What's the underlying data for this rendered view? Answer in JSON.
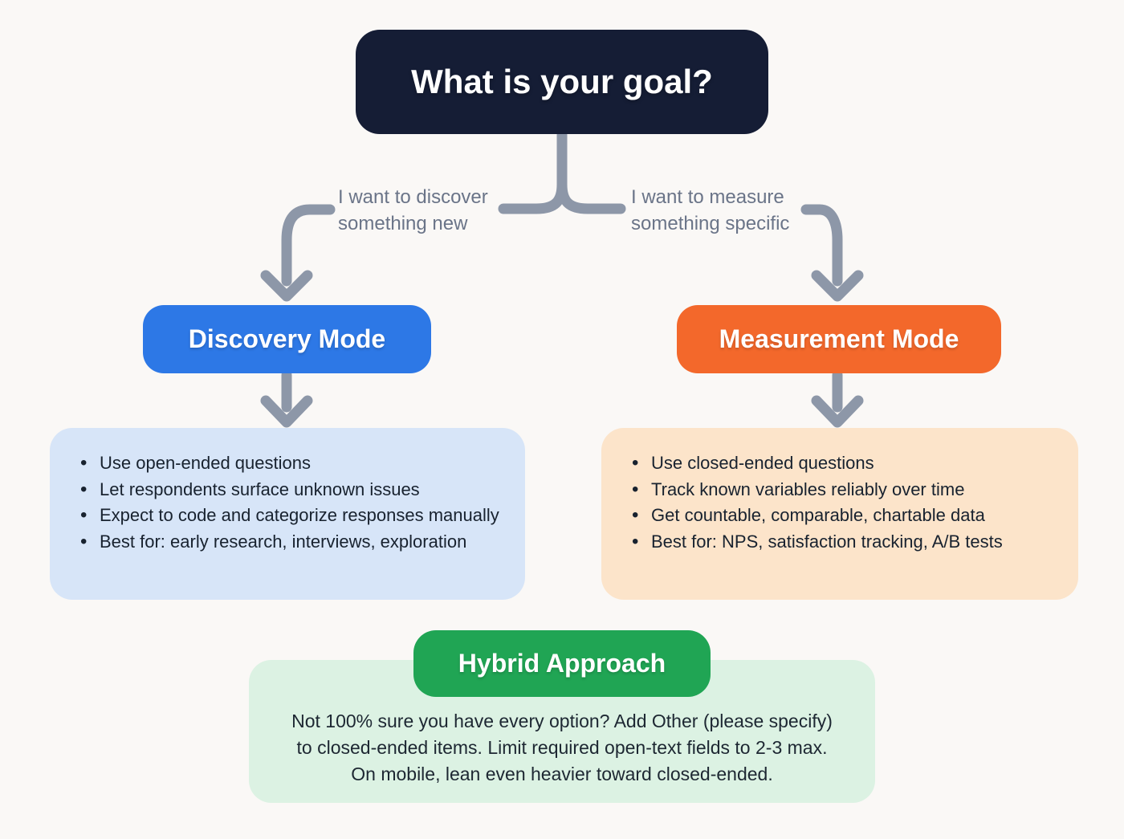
{
  "root_question": {
    "label": "What is your goal?"
  },
  "branches": [
    {
      "condition_lines": [
        "I want to discover",
        "something new"
      ],
      "mode_label": "Discovery Mode",
      "details": [
        "Use open-ended questions",
        "Let respondents surface unknown issues",
        "Expect to code and categorize responses manually",
        "Best for: early research, interviews, exploration"
      ]
    },
    {
      "condition_lines": [
        "I want to measure",
        "something specific"
      ],
      "mode_label": "Measurement Mode",
      "details": [
        "Use closed-ended questions",
        "Track known variables reliably over time",
        "Get countable, comparable, chartable data",
        "Best for: NPS, satisfaction tracking, A/B tests"
      ]
    }
  ],
  "hybrid": {
    "title": "Hybrid Approach",
    "body_lines": [
      "Not 100% sure you have every option? Add Other (please specify)",
      "to closed-ended items. Limit required open-text fields to 2-3 max.",
      "On mobile, lean even heavier toward closed-ended."
    ]
  },
  "colors": {
    "root_box": "#151d35",
    "discovery_box": "#2d78e6",
    "measurement_box": "#f3682b",
    "discovery_panel": "#d7e5f8",
    "measurement_panel": "#fce4ca",
    "hybrid_badge": "#20a554",
    "hybrid_panel": "#dcf2e3",
    "connector": "#8d97a8",
    "background": "#faf8f6",
    "body_text": "#18222f",
    "condition_text": "#6a7488"
  }
}
